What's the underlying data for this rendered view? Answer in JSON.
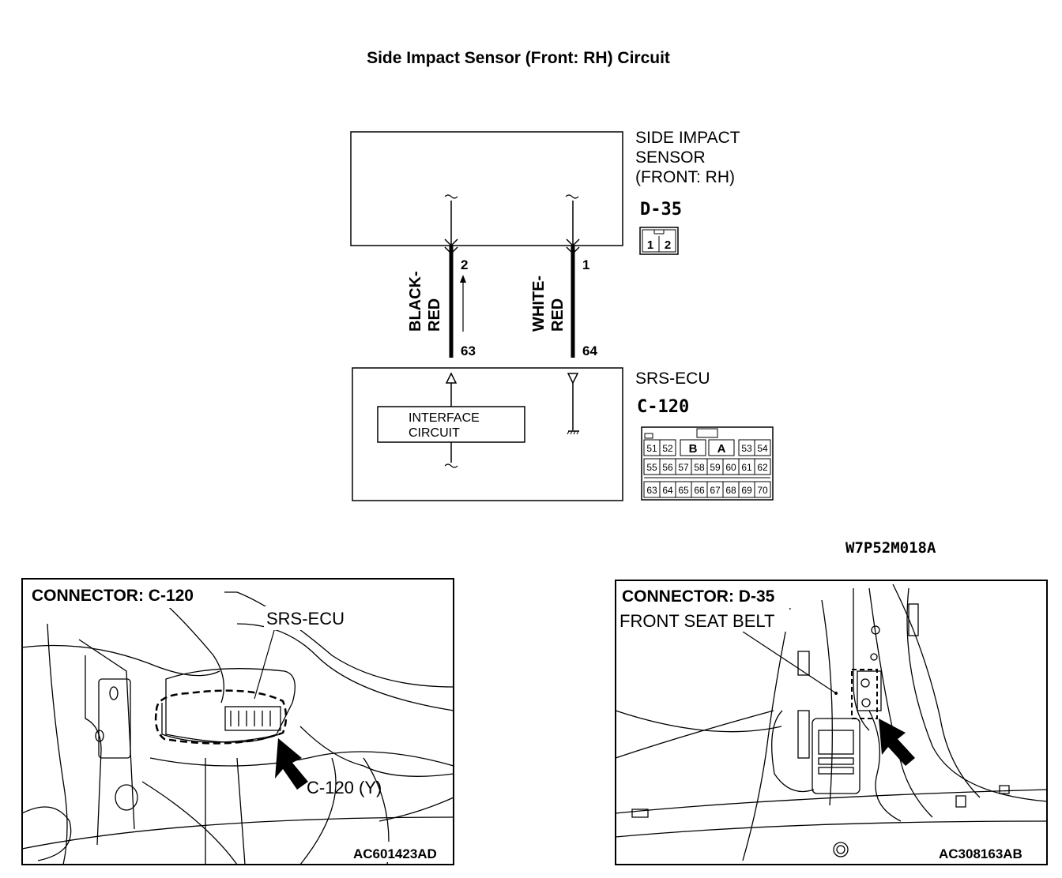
{
  "title": "Side Impact Sensor (Front: RH) Circuit",
  "sensor": {
    "name_lines": [
      "SIDE IMPACT",
      "SENSOR",
      "(FRONT: RH)"
    ],
    "connector": "D-35",
    "pins": [
      "1",
      "2"
    ]
  },
  "ecu": {
    "name": "SRS-ECU",
    "connector": "C-120",
    "interface_lines": [
      "INTERFACE",
      "CIRCUIT"
    ],
    "pin_rows": [
      [
        "51",
        "52",
        "B",
        "A",
        "53",
        "54"
      ],
      [
        "55",
        "56",
        "57",
        "58",
        "59",
        "60",
        "61",
        "62"
      ],
      [
        "63",
        "64",
        "65",
        "66",
        "67",
        "68",
        "69",
        "70"
      ]
    ]
  },
  "wires": [
    {
      "color_lines": [
        "BLACK-",
        "RED"
      ],
      "sensor_pin": "2",
      "ecu_pin": "63"
    },
    {
      "color_lines": [
        "WHITE-",
        "RED"
      ],
      "sensor_pin": "1",
      "ecu_pin": "64"
    }
  ],
  "diagram_code": "W7P52M018A",
  "photo_left": {
    "header": "CONNECTOR: C-120",
    "callout_ecu": "SRS-ECU",
    "callout_connector": "C-120 (Y)",
    "code": "AC601423AD"
  },
  "photo_right": {
    "header": "CONNECTOR: D-35",
    "callout_belt": "FRONT SEAT BELT",
    "code": "AC308163AB"
  }
}
